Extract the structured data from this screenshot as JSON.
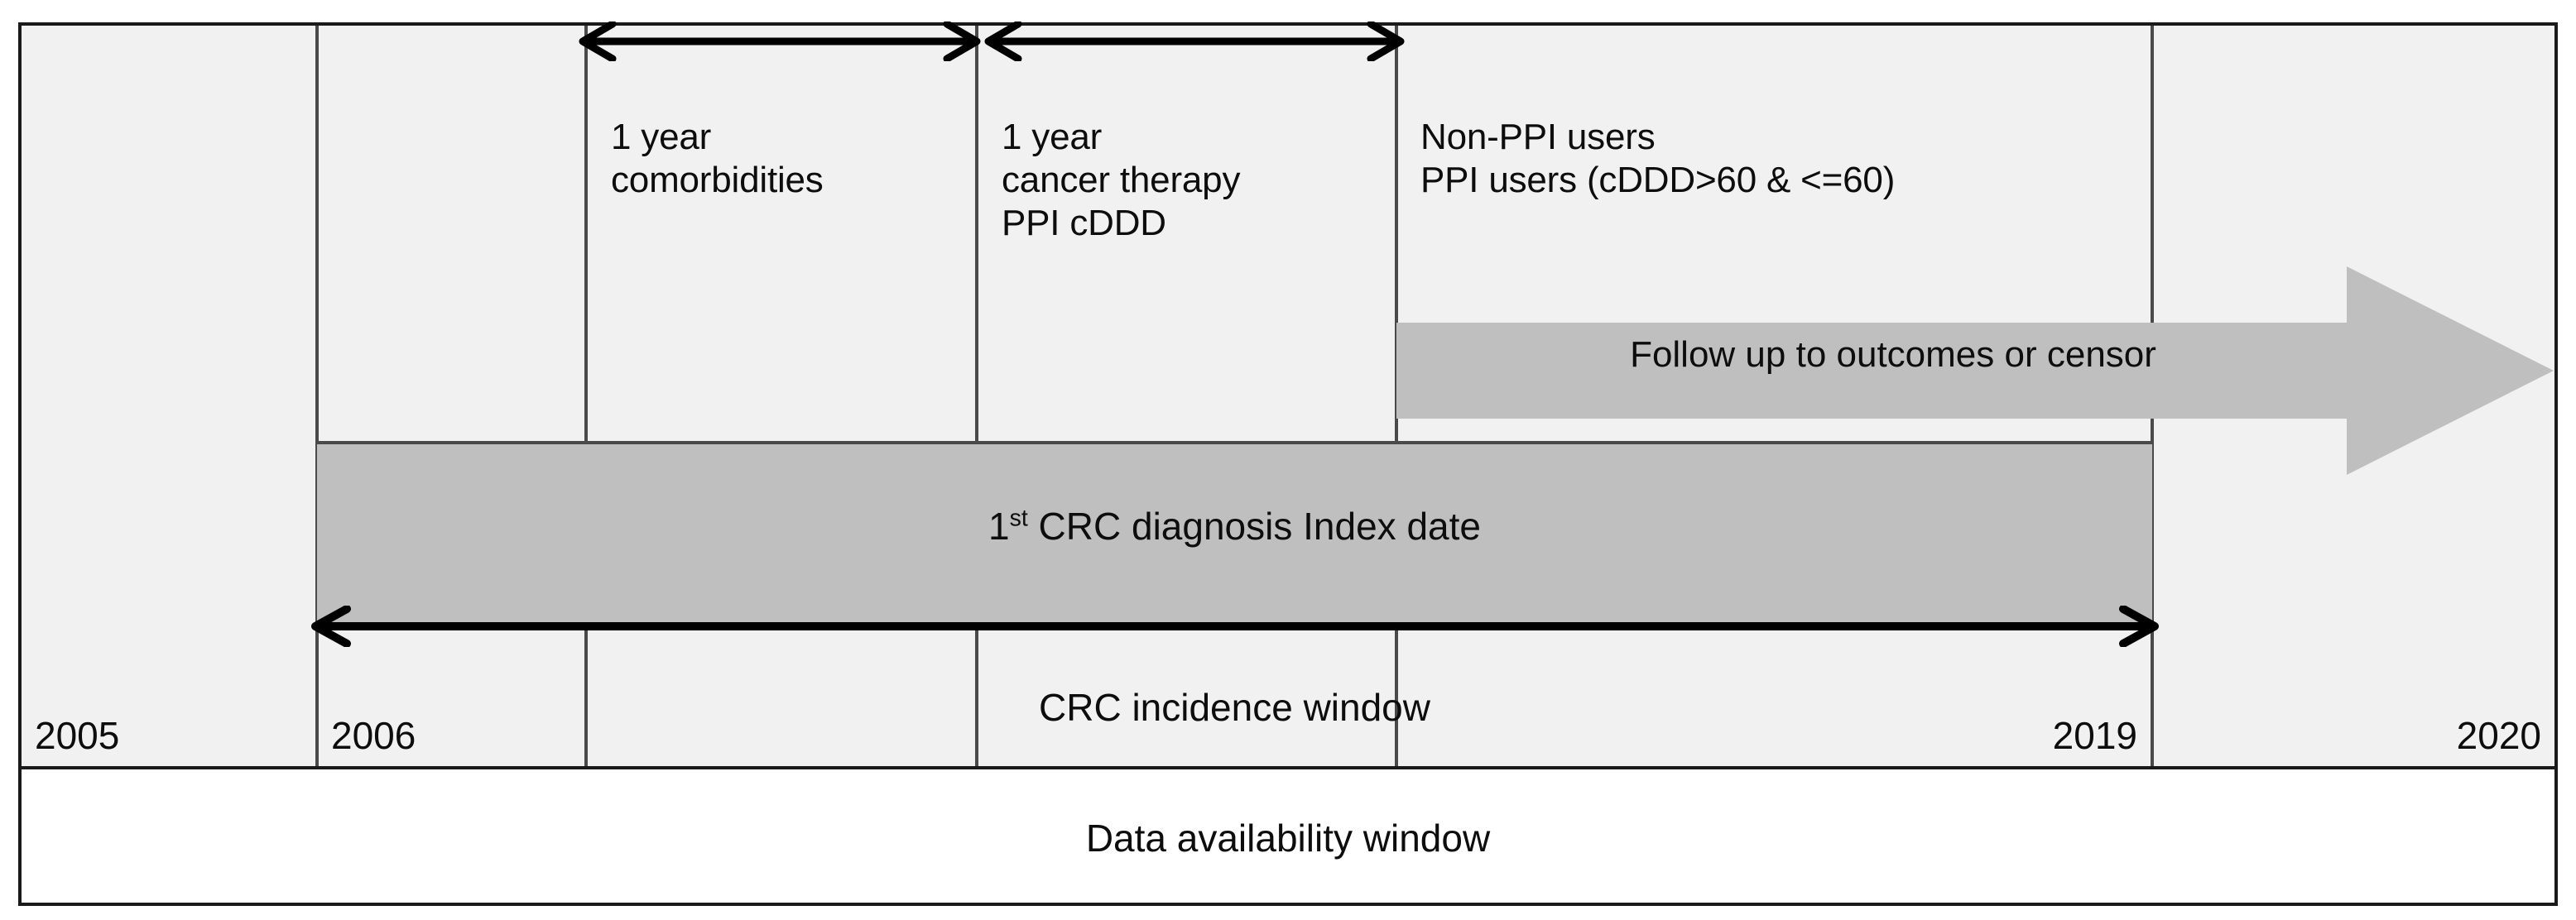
{
  "figure": {
    "type": "study-design-timeline",
    "frame_border_color": "#1a1a1a",
    "band_fill": "#f1f1f1",
    "index_bar_fill": "#bfbfbf",
    "follow_arrow_fill": "#bfbfbf",
    "arrow_color": "#000000"
  },
  "timeline": {
    "years": [
      {
        "label": "2005",
        "align": "left"
      },
      {
        "label": "2006",
        "align": "left"
      },
      {
        "label": "2019",
        "align": "right"
      },
      {
        "label": "2020",
        "align": "right"
      }
    ]
  },
  "periods": {
    "comorbidity": {
      "name": "comorbidity-window",
      "line1": "1 year",
      "line2": "comorbidities",
      "text": "1 year\ncomorbidities"
    },
    "therapy": {
      "name": "cancer-therapy-window",
      "line1": "1 year",
      "line2": "cancer therapy",
      "line3": "PPI cDDD",
      "text": "1 year\ncancer therapy\nPPI cDDD"
    },
    "cohorts": {
      "name": "cohort-definition",
      "line1": "Non-PPI users",
      "line2": "PPI users (cDDD>60 & <=60)",
      "text": "Non-PPI users\nPPI users (cDDD>60 & <=60)"
    }
  },
  "bars": {
    "follow_up": {
      "label": "Follow up to outcomes or censor"
    },
    "index_date": {
      "ordinal_base": "1",
      "ordinal_suffix": "st",
      "label_rest": " CRC diagnosis Index date",
      "label_full": "1st CRC diagnosis Index date"
    },
    "incidence_window": {
      "label": "CRC incidence window"
    },
    "data_availability": {
      "label": "Data availability window"
    }
  }
}
